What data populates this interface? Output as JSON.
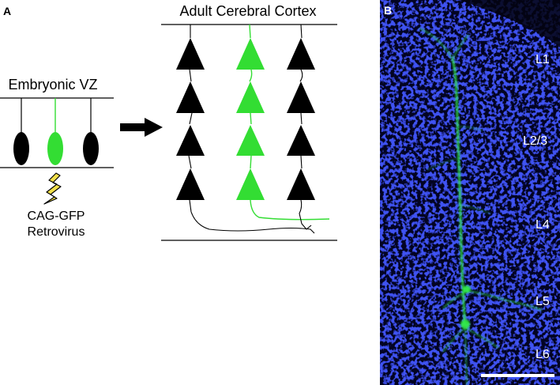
{
  "panel_a": {
    "label": "A",
    "embryonic_title": "Embryonic VZ",
    "cortex_title": "Adult Cerebral Cortex",
    "virus_label_line1": "CAG-GFP",
    "virus_label_line2": "Retrovirus"
  },
  "panel_b": {
    "label": "B",
    "layers": [
      "L1",
      "L2/3",
      "L4",
      "L5",
      "L6"
    ]
  },
  "colors": {
    "labeled_cell": "#33dd33",
    "unlabeled_cell": "#000000",
    "nuclei_background": "#1822c8",
    "neuron_signal": "#33ee44",
    "virus_bolt": "#f2e04a"
  },
  "icons": {
    "bolt": "lightning-bolt-icon",
    "arrow": "right-arrow-icon",
    "scale_bar": "scale-bar"
  }
}
